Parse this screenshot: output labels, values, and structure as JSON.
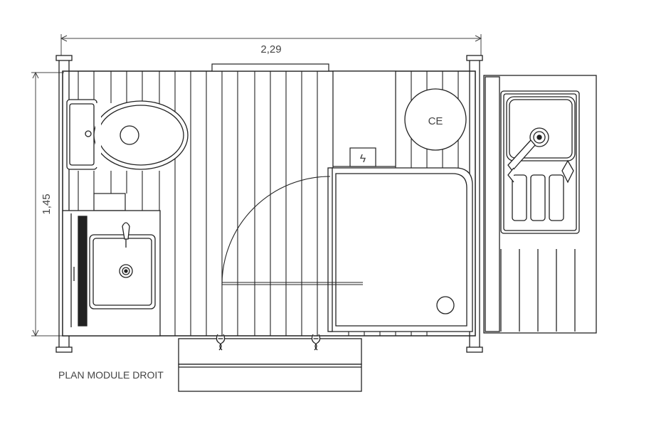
{
  "plan": {
    "width_label": "2,29",
    "height_label": "1,45",
    "equipment_label": "CE",
    "outlet_symbol": "ϟ",
    "caption": "PLAN MODULE DROIT"
  }
}
